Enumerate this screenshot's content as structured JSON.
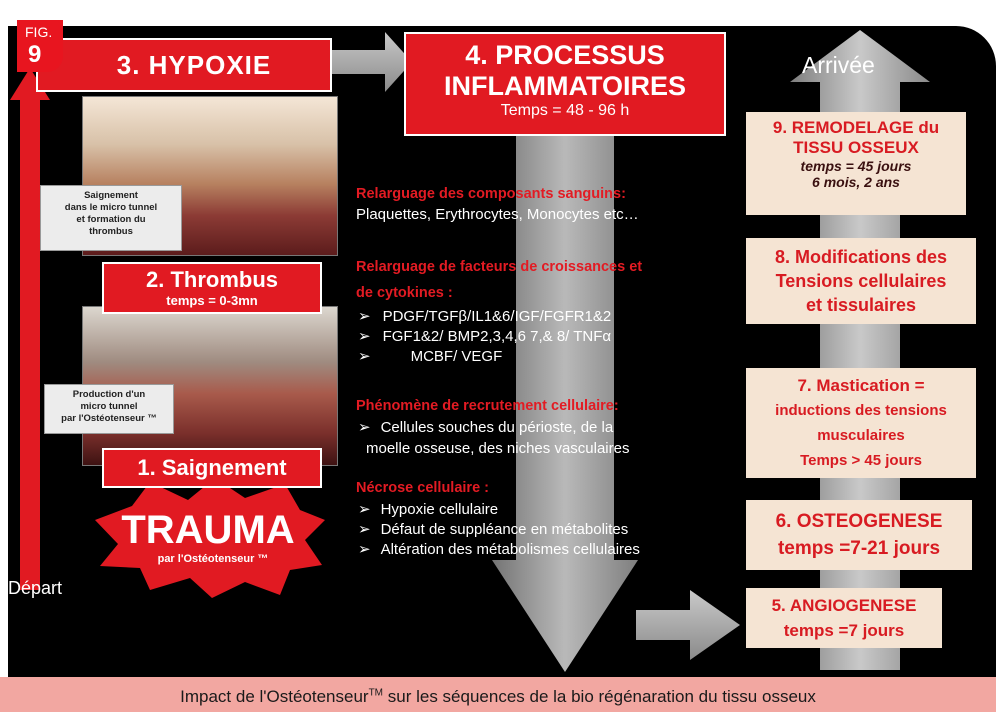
{
  "figure": {
    "prefix": "FIG.",
    "number": "9"
  },
  "steps": {
    "hypoxie": "3. HYPOXIE",
    "processus_line1": "4. PROCESSUS",
    "processus_line2": "INFLAMMATOIRES",
    "processus_time": "Temps = 48 - 96 h",
    "thrombus": "2. Thrombus",
    "thrombus_time": "temps = 0-3mn",
    "saignement": "1. Saignement",
    "trauma": "TRAUMA",
    "trauma_sub": "par l'Ostéotenseur ™"
  },
  "photo_labels": {
    "saignement_text": [
      "Saignement",
      "dans le micro tunnel",
      "et  formation du",
      "thrombus"
    ],
    "production_text": [
      "Production d'un",
      "micro tunnel",
      "par l'Ostéotenseur ™"
    ]
  },
  "center": {
    "relarguage1_head": "Relarguage des composants sanguins:",
    "relarguage1_body": "Plaquettes, Erythrocytes, Monocytes etc…",
    "relarguage2_head_l1": "Relarguage de facteurs de croissances et",
    "relarguage2_head_l2": "de cytokines :",
    "factors": [
      "PDGF/TGFβ/IL1&6/IGF/FGFR1&2",
      "FGF1&2/ BMP2,3,4,6 7,& 8/ TNFα",
      "MCBF/ VEGF"
    ],
    "recrutement_head": "Phénomène de recrutement cellulaire:",
    "recrutement_l1": "Cellules souches du périoste, de la",
    "recrutement_l2": "moelle osseuse, des niches vasculaires",
    "necrose_head": "Nécrose cellulaire :",
    "necrose_items": [
      "Hypoxie cellulaire",
      "Défaut de suppléance en métabolites",
      "Altération des métabolismes cellulaires"
    ]
  },
  "right": {
    "arrivee": "Arrivée",
    "s9_l1": "9. REMODELAGE du",
    "s9_l2": "TISSU OSSEUX",
    "s9_t1": "temps = 45 jours",
    "s9_t2": "6 mois, 2 ans",
    "s8_l1": "8. Modifications des",
    "s8_l2": "Tensions cellulaires",
    "s8_l3": "et tissulaires",
    "s7_l1": "7. Mastication =",
    "s7_l2": "inductions des tensions",
    "s7_l3": "musculaires",
    "s7_l4": "Temps > 45 jours",
    "s6_l1": "6. OSTEOGENESE",
    "s6_l2": "temps =7-21 jours",
    "s5_l1": "5. ANGIOGENESE",
    "s5_l2": "temps =7 jours"
  },
  "depart": "Départ",
  "caption": {
    "pre": "Impact de l'Ostéotenseur",
    "tm": "TM",
    "post": " sur les séquences de la bio régénaration du tissu osseux"
  },
  "colors": {
    "red": "#e11a22",
    "cream": "#f5e4d3",
    "grey_arrow": "#a8a8a8",
    "caption_bg": "#f2a7a1"
  }
}
